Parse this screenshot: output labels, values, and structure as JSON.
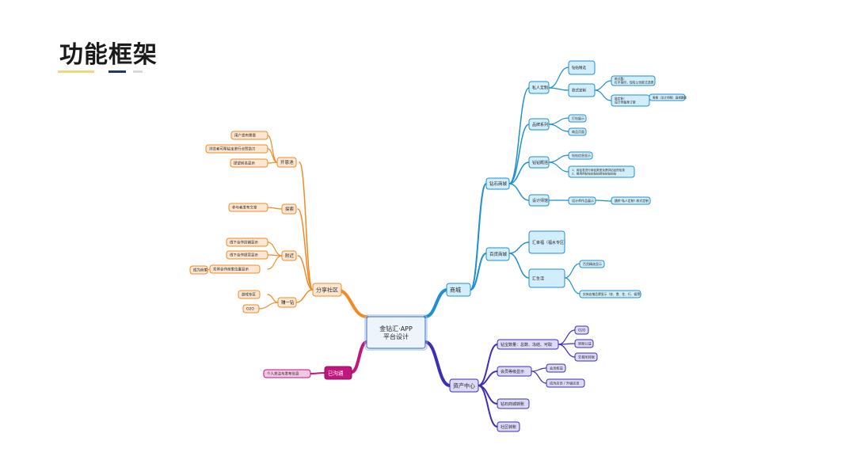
{
  "page": {
    "title": "功能框架",
    "accent_colors": [
      "#f5d77a",
      "#1f3a6b",
      "#d9d9d9"
    ]
  },
  "mindmap": {
    "root": "金钻汇·APP\n平台设计",
    "branches": {
      "share": {
        "label": "分享社区",
        "color": "#f08a24",
        "children": {
          "kaimen": {
            "label": "开恩池",
            "items": [
              "用户发布需要",
              "浏览者可帮钻宝进行点赞助力",
              "提望前名显示"
            ]
          },
          "tansuo": {
            "label": "探索",
            "items": [
              "参与者发布文章"
            ]
          },
          "fujin": {
            "label": "附近",
            "items": [
              "线下合作店铺显示",
              "线下合作提案显示",
              "实体合作商家位置显示"
            ],
            "extra": "成为商家"
          },
          "zuanyizuan": {
            "label": "赚一钻",
            "items": [
              "游戏专区",
              "O2O"
            ]
          }
        }
      },
      "chat": {
        "label": "已沟通",
        "color": "#c0177e",
        "item": "个人关注与发布信息"
      },
      "mall": {
        "label": "商城",
        "color": "#1e8fd0",
        "diamond": {
          "label": "钻石商城",
          "private": {
            "label": "私人定制",
            "boutique": "钻钻精选",
            "style": "款式定制",
            "sub1": "款式酷：\n红手指印，现有公司款式选择",
            "sub2": "量定制：\n设计师量身订做",
            "sub2_extra": "客服（设计师服）直接跟踪"
          },
          "brand": {
            "label": "品牌系列",
            "items": [
              "打钻展示",
              "商品页面"
            ]
          },
          "overview": {
            "label": "钻钻概括",
            "items": [
              "钻钻信息显示",
              "1、用钻发进行用钻类型及提供钻钻的信息\n2、根用用钻钻钻钻钻结钻钻钻钻钻"
            ]
          },
          "designer": {
            "label": "设计师馆",
            "item": "设计师作品展示",
            "extra": "跳转\"私人定制\"-款式定制"
          }
        },
        "dept": {
          "label": "百货商城",
          "huixinpin": "汇幸福（福水专区）",
          "huishenghuo": {
            "label": "汇生活",
            "items": [
              "百货精选显示",
              "实体店铺品牌显示（衣、食、住、行、娱等）"
            ]
          }
        }
      },
      "assets": {
        "label": "资产中心",
        "color": "#3b2fb5",
        "drill": {
          "label": "钻宝数量：总数、冻结、可取",
          "items": [
            "O2O",
            "转账公益",
            "交易所转账"
          ]
        },
        "member": {
          "label": "会员等级显示",
          "items": [
            "会员权益",
            "成为店员 / 升级店员"
          ]
        },
        "diamond_mall": "钻石商城转账",
        "community": "社区转账"
      }
    }
  }
}
